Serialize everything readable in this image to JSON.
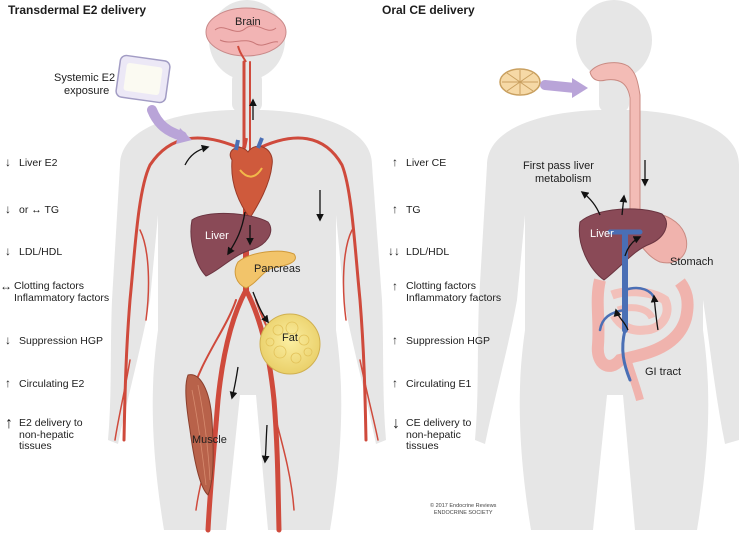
{
  "left_panel": {
    "title": "Transdermal E2 delivery",
    "labels": {
      "brain": "Brain",
      "systemic": "Systemic E2",
      "exposure": "exposure",
      "liver": "Liver",
      "pancreas": "Pancreas",
      "fat": "Fat",
      "muscle": "Muscle"
    },
    "effects": [
      {
        "arrow": "↓",
        "line1": "Liver E2",
        "line2": ""
      },
      {
        "arrow": "↓",
        "line1": "or  ↔ TG",
        "line2": ""
      },
      {
        "arrow": "↓",
        "line1": "LDL/HDL",
        "line2": ""
      },
      {
        "arrow": "↔",
        "line1": "Clotting factors",
        "line2": "Inflammatory factors"
      },
      {
        "arrow": "↓",
        "line1": "Suppression HGP",
        "line2": ""
      },
      {
        "arrow": "↑",
        "line1": "Circulating E2",
        "line2": ""
      },
      {
        "arrow": "↑",
        "line1": "E2 delivery to",
        "line2": "non-hepatic",
        "line3": "tissues"
      }
    ]
  },
  "right_panel": {
    "title": "Oral CE delivery",
    "labels": {
      "first_pass_1": "First pass liver",
      "first_pass_2": "metabolism",
      "liver": "Liver",
      "stomach": "Stomach",
      "gi": "GI tract"
    },
    "effects": [
      {
        "arrow": "↑",
        "line1": "Liver CE",
        "line2": ""
      },
      {
        "arrow": "↑",
        "line1": "TG",
        "line2": ""
      },
      {
        "arrow": "↓↓",
        "line1": "LDL/HDL",
        "line2": ""
      },
      {
        "arrow": "↑",
        "line1": "Clotting factors",
        "line2": "Inflammatory factors"
      },
      {
        "arrow": "↑",
        "line1": "Suppression HGP",
        "line2": ""
      },
      {
        "arrow": "↑",
        "line1": "Circulating E1",
        "line2": ""
      },
      {
        "arrow": "↓",
        "line1": "CE delivery to",
        "line2": "non-hepatic",
        "line3": "tissues"
      }
    ]
  },
  "copyright": {
    "line1": "© 2017 Endocrine Reviews",
    "line2": "ENDOCRINE SOCIETY"
  },
  "colors": {
    "silhouette": "#e6e6e6",
    "artery": "#cf4a3c",
    "vein": "#4a6fb5",
    "liver": "#8a4a57",
    "brain": "#f2b4b4",
    "pancreas": "#f2c46a",
    "fat": "#f6e07a",
    "muscle": "#b8624a",
    "gut": "#f0b3ad",
    "patch_arrow": "#b9a4d8"
  }
}
